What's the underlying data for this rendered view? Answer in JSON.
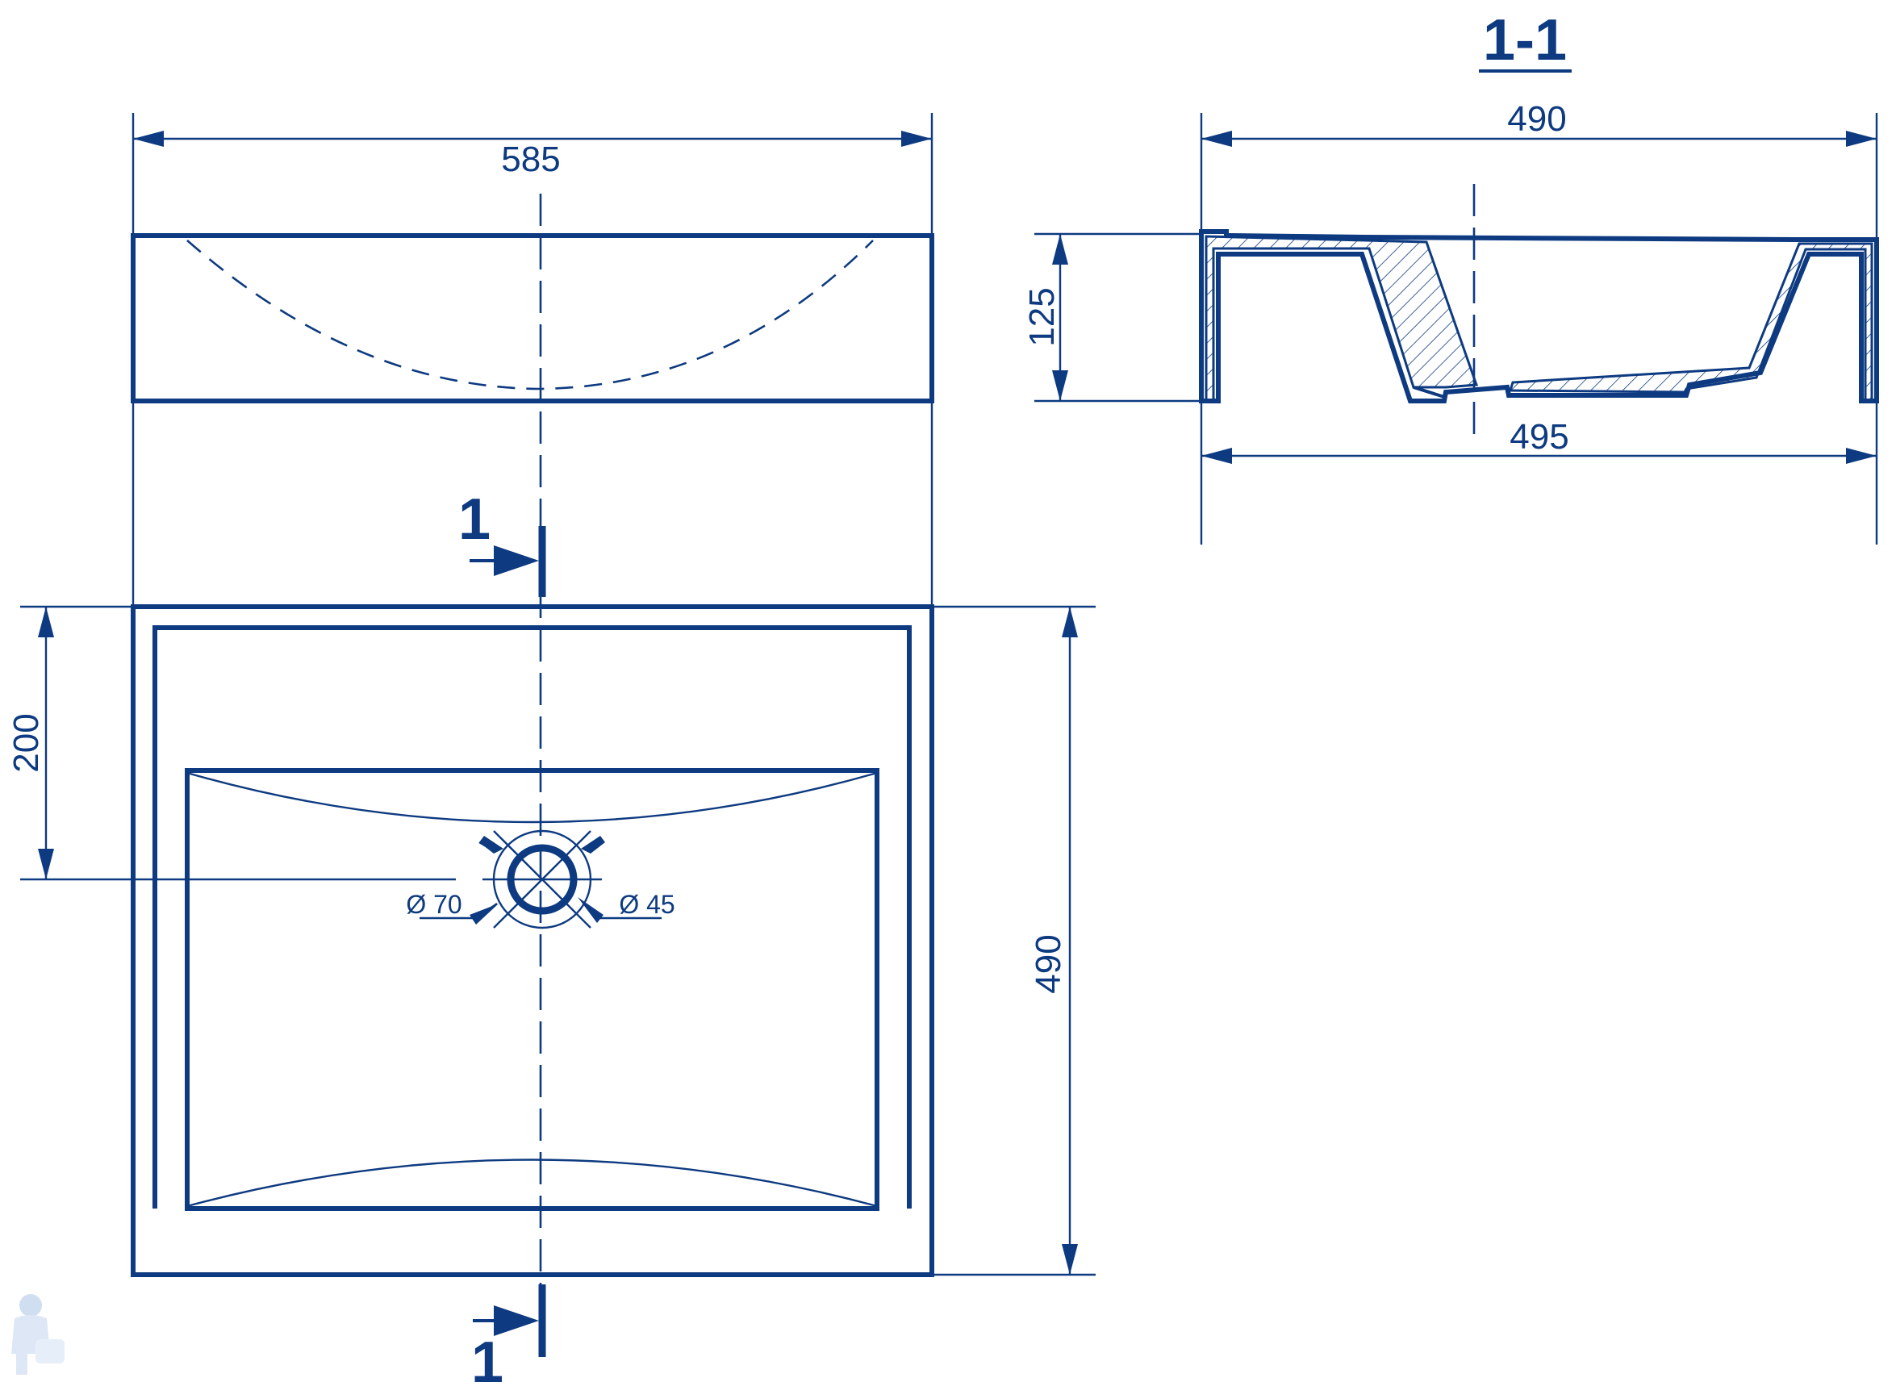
{
  "section_title": "1-1",
  "section_markers": {
    "top": "1",
    "bottom": "1"
  },
  "dimensions": {
    "top_width": "585",
    "section_top_width": "490",
    "section_bottom_width": "495",
    "section_height": "125",
    "plan_depth": "490",
    "drain_offset": "200",
    "drain_outer": "Ø 70",
    "drain_inner": "Ø 45"
  },
  "colors": {
    "line": "#0d3a80",
    "background": "#ffffff"
  },
  "icons": [
    "plumber-logo-icon"
  ]
}
